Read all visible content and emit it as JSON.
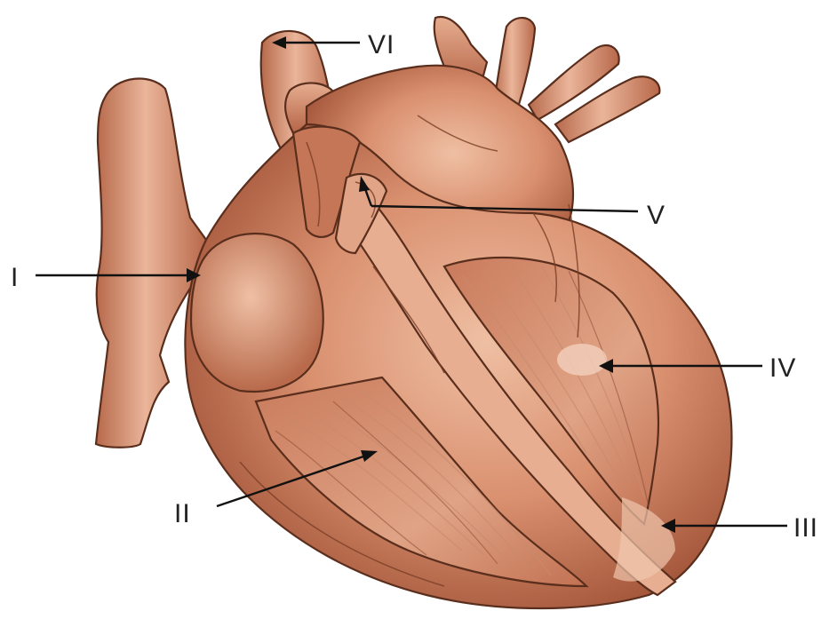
{
  "labels": {
    "i": "I",
    "ii": "II",
    "iii": "III",
    "iv": "IV",
    "v": "V",
    "vi": "VI"
  },
  "colors": {
    "tissue": "#d9906f",
    "tissue_light": "#efc0a5",
    "tissue_shadow": "#a5573b",
    "outline": "#5a2e1c",
    "arrow": "#111111"
  }
}
